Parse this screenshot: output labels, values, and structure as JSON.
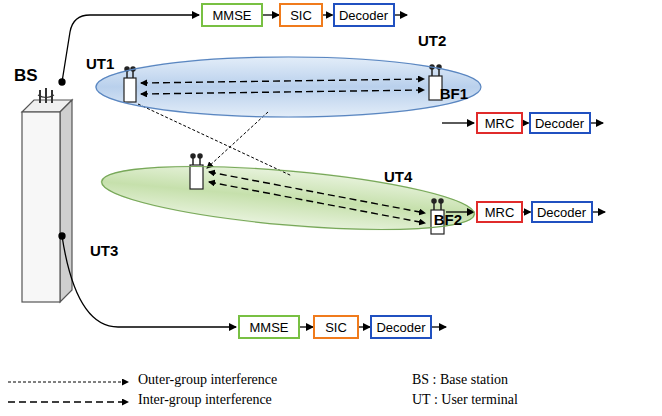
{
  "diagram": {
    "nodes": [
      {
        "text": [
          "MMSE"
        ]
      },
      {
        "text": [
          "SIC"
        ]
      },
      {
        "text": [
          "Decoder"
        ]
      },
      {
        "text": [
          "BF1"
        ]
      },
      {
        "text": [
          "MRC"
        ]
      },
      {
        "text": [
          "Decoder"
        ]
      },
      {
        "text": [
          "BF2"
        ]
      },
      {
        "text": [
          "MRC"
        ]
      },
      {
        "text": [
          "Decoder"
        ]
      },
      {
        "text": [
          "MMSE"
        ]
      },
      {
        "text": [
          "SIC"
        ]
      },
      {
        "text": [
          "Decoder"
        ]
      }
    ],
    "edges": [
      {
        "from": 0,
        "to": 1,
        "arrow": "to"
      },
      {
        "from": 1,
        "to": 2,
        "arrow": "to"
      },
      {
        "from": 4,
        "to": 5,
        "arrow": "to"
      },
      {
        "from": 7,
        "to": 8,
        "arrow": "to"
      },
      {
        "from": 9,
        "to": 10,
        "arrow": "to"
      },
      {
        "from": 10,
        "to": 11,
        "arrow": "to"
      }
    ],
    "labels": [
      "BS",
      "UT1",
      "UT2",
      "UT3",
      "UT4",
      "BS : Base station",
      "UT : User terminal"
    ],
    "legend": [
      {
        "text": "Outer-group interference"
      },
      {
        "text": "Inter-group interference"
      }
    ]
  }
}
